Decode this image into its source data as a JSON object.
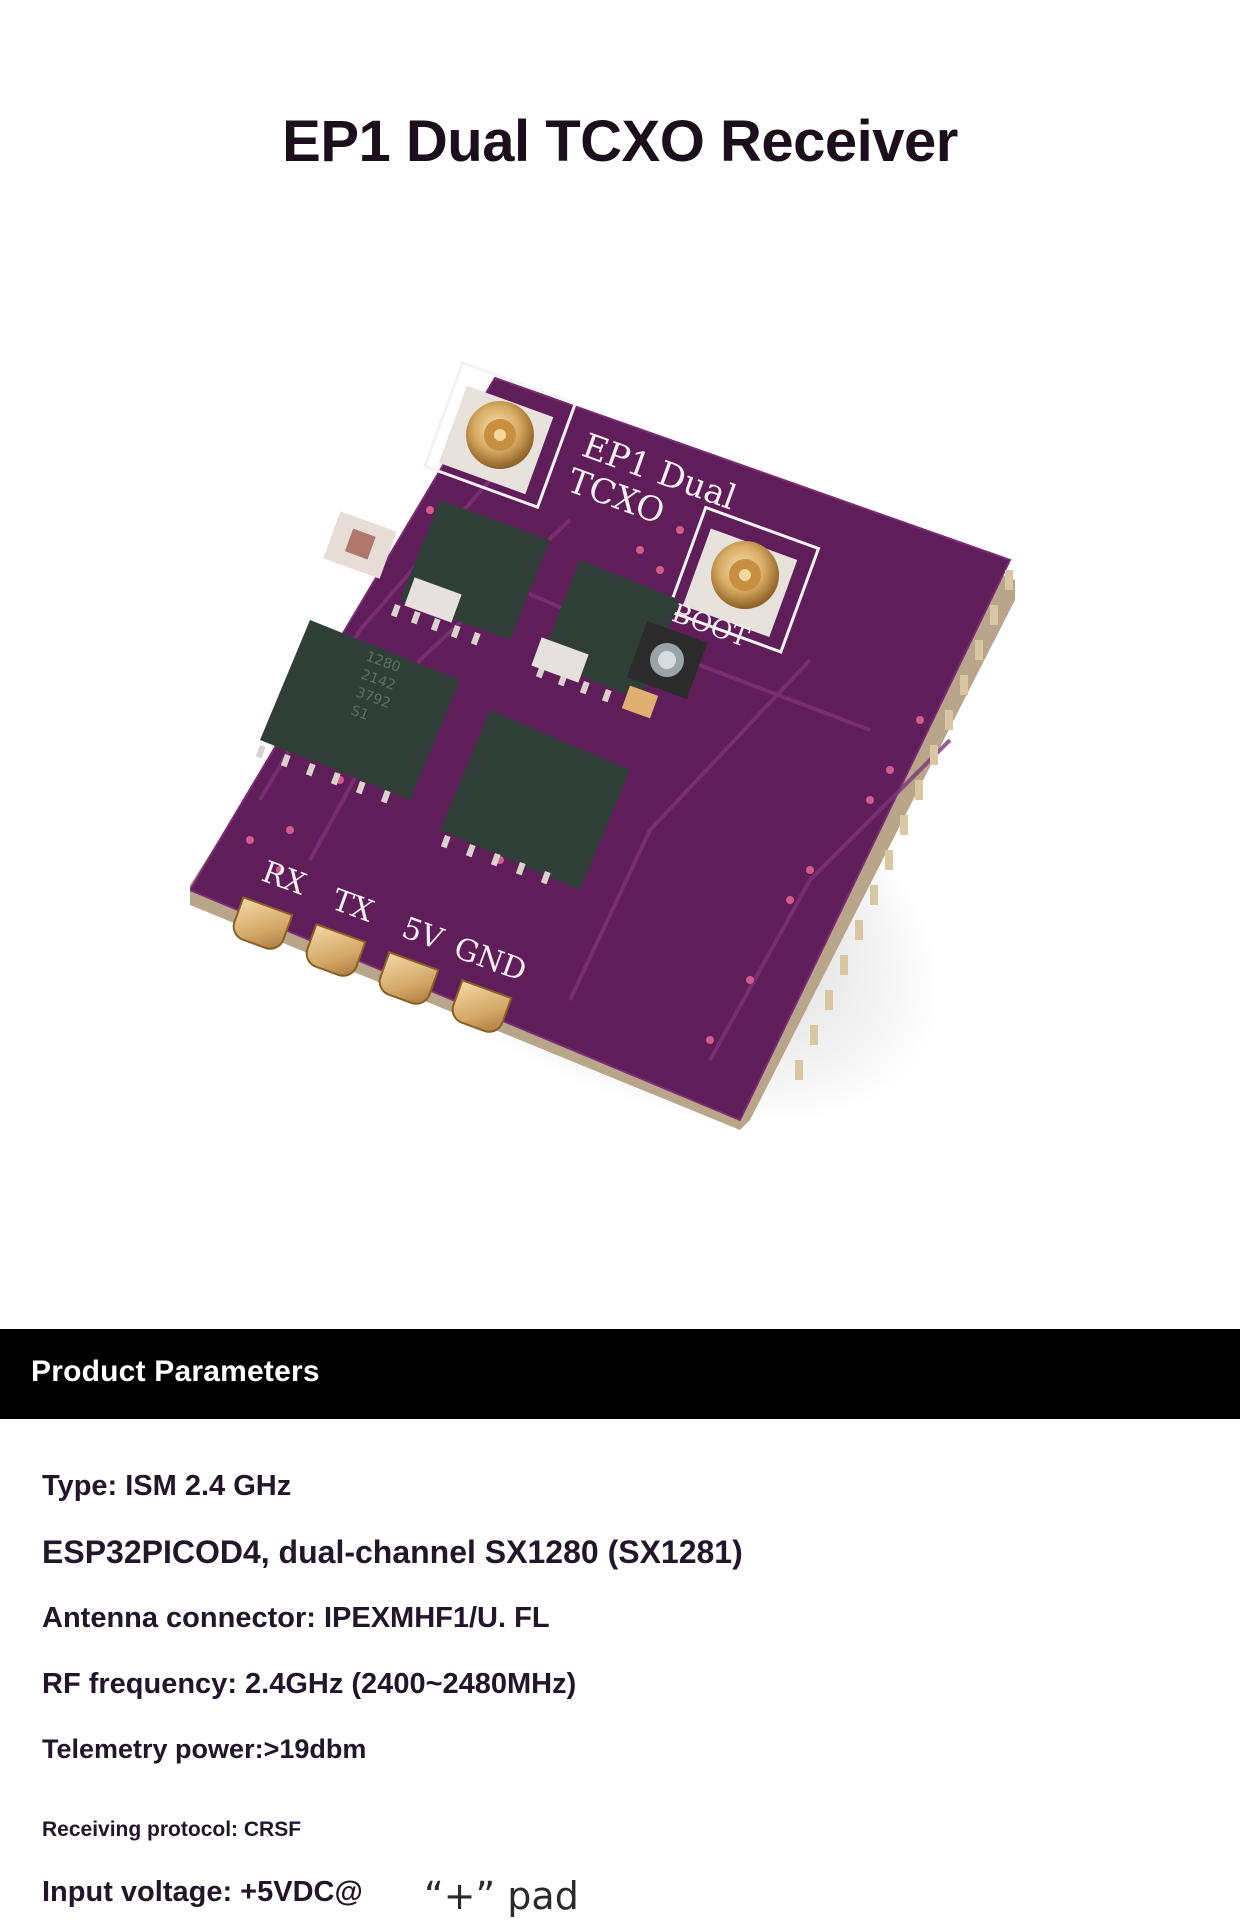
{
  "header": {
    "title": "EP1 Dual TCXO Receiver"
  },
  "product_image": {
    "board_label_line1": "EP1 Dual",
    "board_label_line2": "TCXO",
    "boot_label": "BOOT",
    "pin_labels": [
      "RX",
      "TX",
      "5V",
      "GND"
    ],
    "chip_markings": [
      "1280",
      "2142",
      "3792",
      "S1"
    ],
    "board_color": "#5f1d5a"
  },
  "section": {
    "title": "Product Parameters"
  },
  "params": [
    "Type: ISM 2.4 GHz",
    "ESP32PICOD4, dual-channel SX1280 (SX1281)",
    "Antenna connector: IPEXMHF1/U. FL",
    "RF frequency: 2.4GHz (2400~2480MHz)",
    "Telemetry power:>19dbm",
    "Receiving protocol: CRSF",
    "Input voltage: +5VDC@"
  ],
  "input_voltage_note": "“+” pad"
}
